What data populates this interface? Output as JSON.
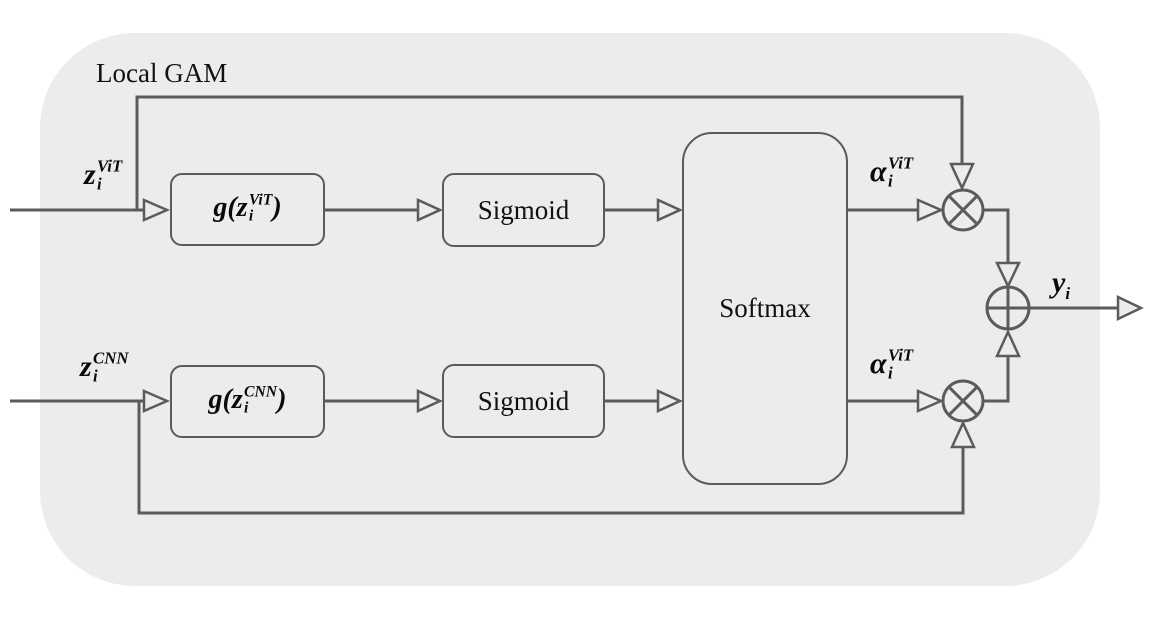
{
  "diagram": {
    "title": "Local GAM",
    "panel_color": "#ececec",
    "line_color": "#5b5b5b",
    "text_color": "#111111",
    "labels": {
      "input_top": {
        "base": "z",
        "sub": "i",
        "sup": "ViT"
      },
      "input_bottom": {
        "base": "z",
        "sub": "i",
        "sup": "CNN"
      },
      "gate_top": {
        "pre": "g(z",
        "sub": "i",
        "sup": "ViT",
        "post": ")"
      },
      "gate_bottom": {
        "pre": "g(z",
        "sub": "i",
        "sup": "CNN",
        "post": ")"
      },
      "sigmoid_top": "Sigmoid",
      "sigmoid_bottom": "Sigmoid",
      "softmax": "Softmax",
      "weight_top": {
        "base": "α",
        "sub": "i",
        "sup": "ViT"
      },
      "weight_bottom": {
        "base": "α",
        "sub": "i",
        "sup": "ViT"
      },
      "output": {
        "base": "y",
        "sub": "i"
      }
    },
    "icons": {
      "multiply_node": "circle-cross",
      "add_node": "circle-plus",
      "arrowhead": "open-triangle"
    }
  }
}
